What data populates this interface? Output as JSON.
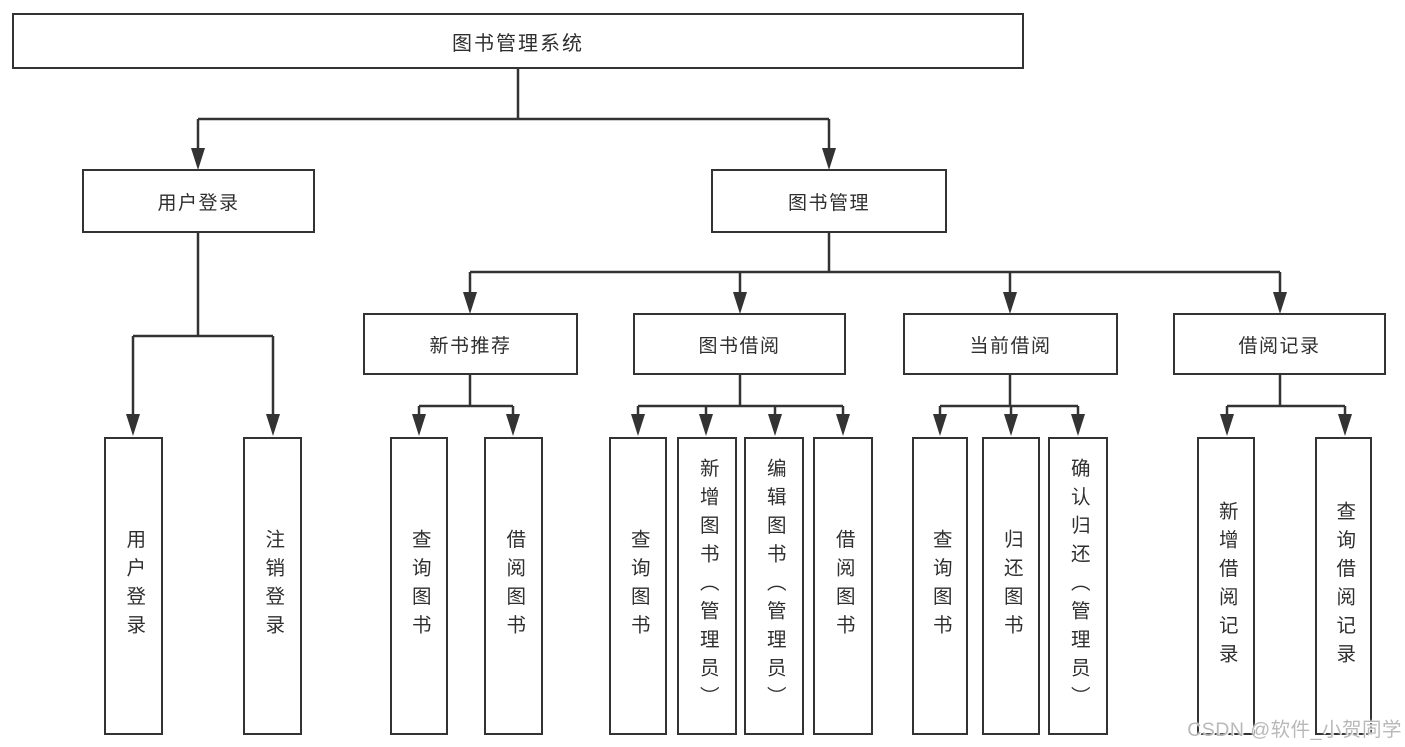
{
  "diagram": {
    "root": {
      "label": "图书管理系统"
    },
    "branches": [
      {
        "label": "用户登录",
        "children": [
          {
            "label": "用户登录"
          },
          {
            "label": "注销登录"
          }
        ]
      },
      {
        "label": "图书管理",
        "children": [
          {
            "label": "新书推荐",
            "children": [
              {
                "label": "查询图书"
              },
              {
                "label": "借阅图书"
              }
            ]
          },
          {
            "label": "图书借阅",
            "children": [
              {
                "label": "查询图书"
              },
              {
                "label": "新增图书（管理员）"
              },
              {
                "label": "编辑图书（管理员）"
              },
              {
                "label": "借阅图书"
              }
            ]
          },
          {
            "label": "当前借阅",
            "children": [
              {
                "label": "查询图书"
              },
              {
                "label": "归还图书"
              },
              {
                "label": "确认归还（管理员）"
              }
            ]
          },
          {
            "label": "借阅记录",
            "children": [
              {
                "label": "新增借阅记录"
              },
              {
                "label": "查询借阅记录"
              }
            ]
          }
        ]
      }
    ]
  },
  "watermark": {
    "text": "CSDN @软件_小贺同学"
  },
  "colors": {
    "stroke": "#333333",
    "box_fill": "#ffffff",
    "text": "#2f2f2f",
    "watermark": "#b9b9b9"
  }
}
